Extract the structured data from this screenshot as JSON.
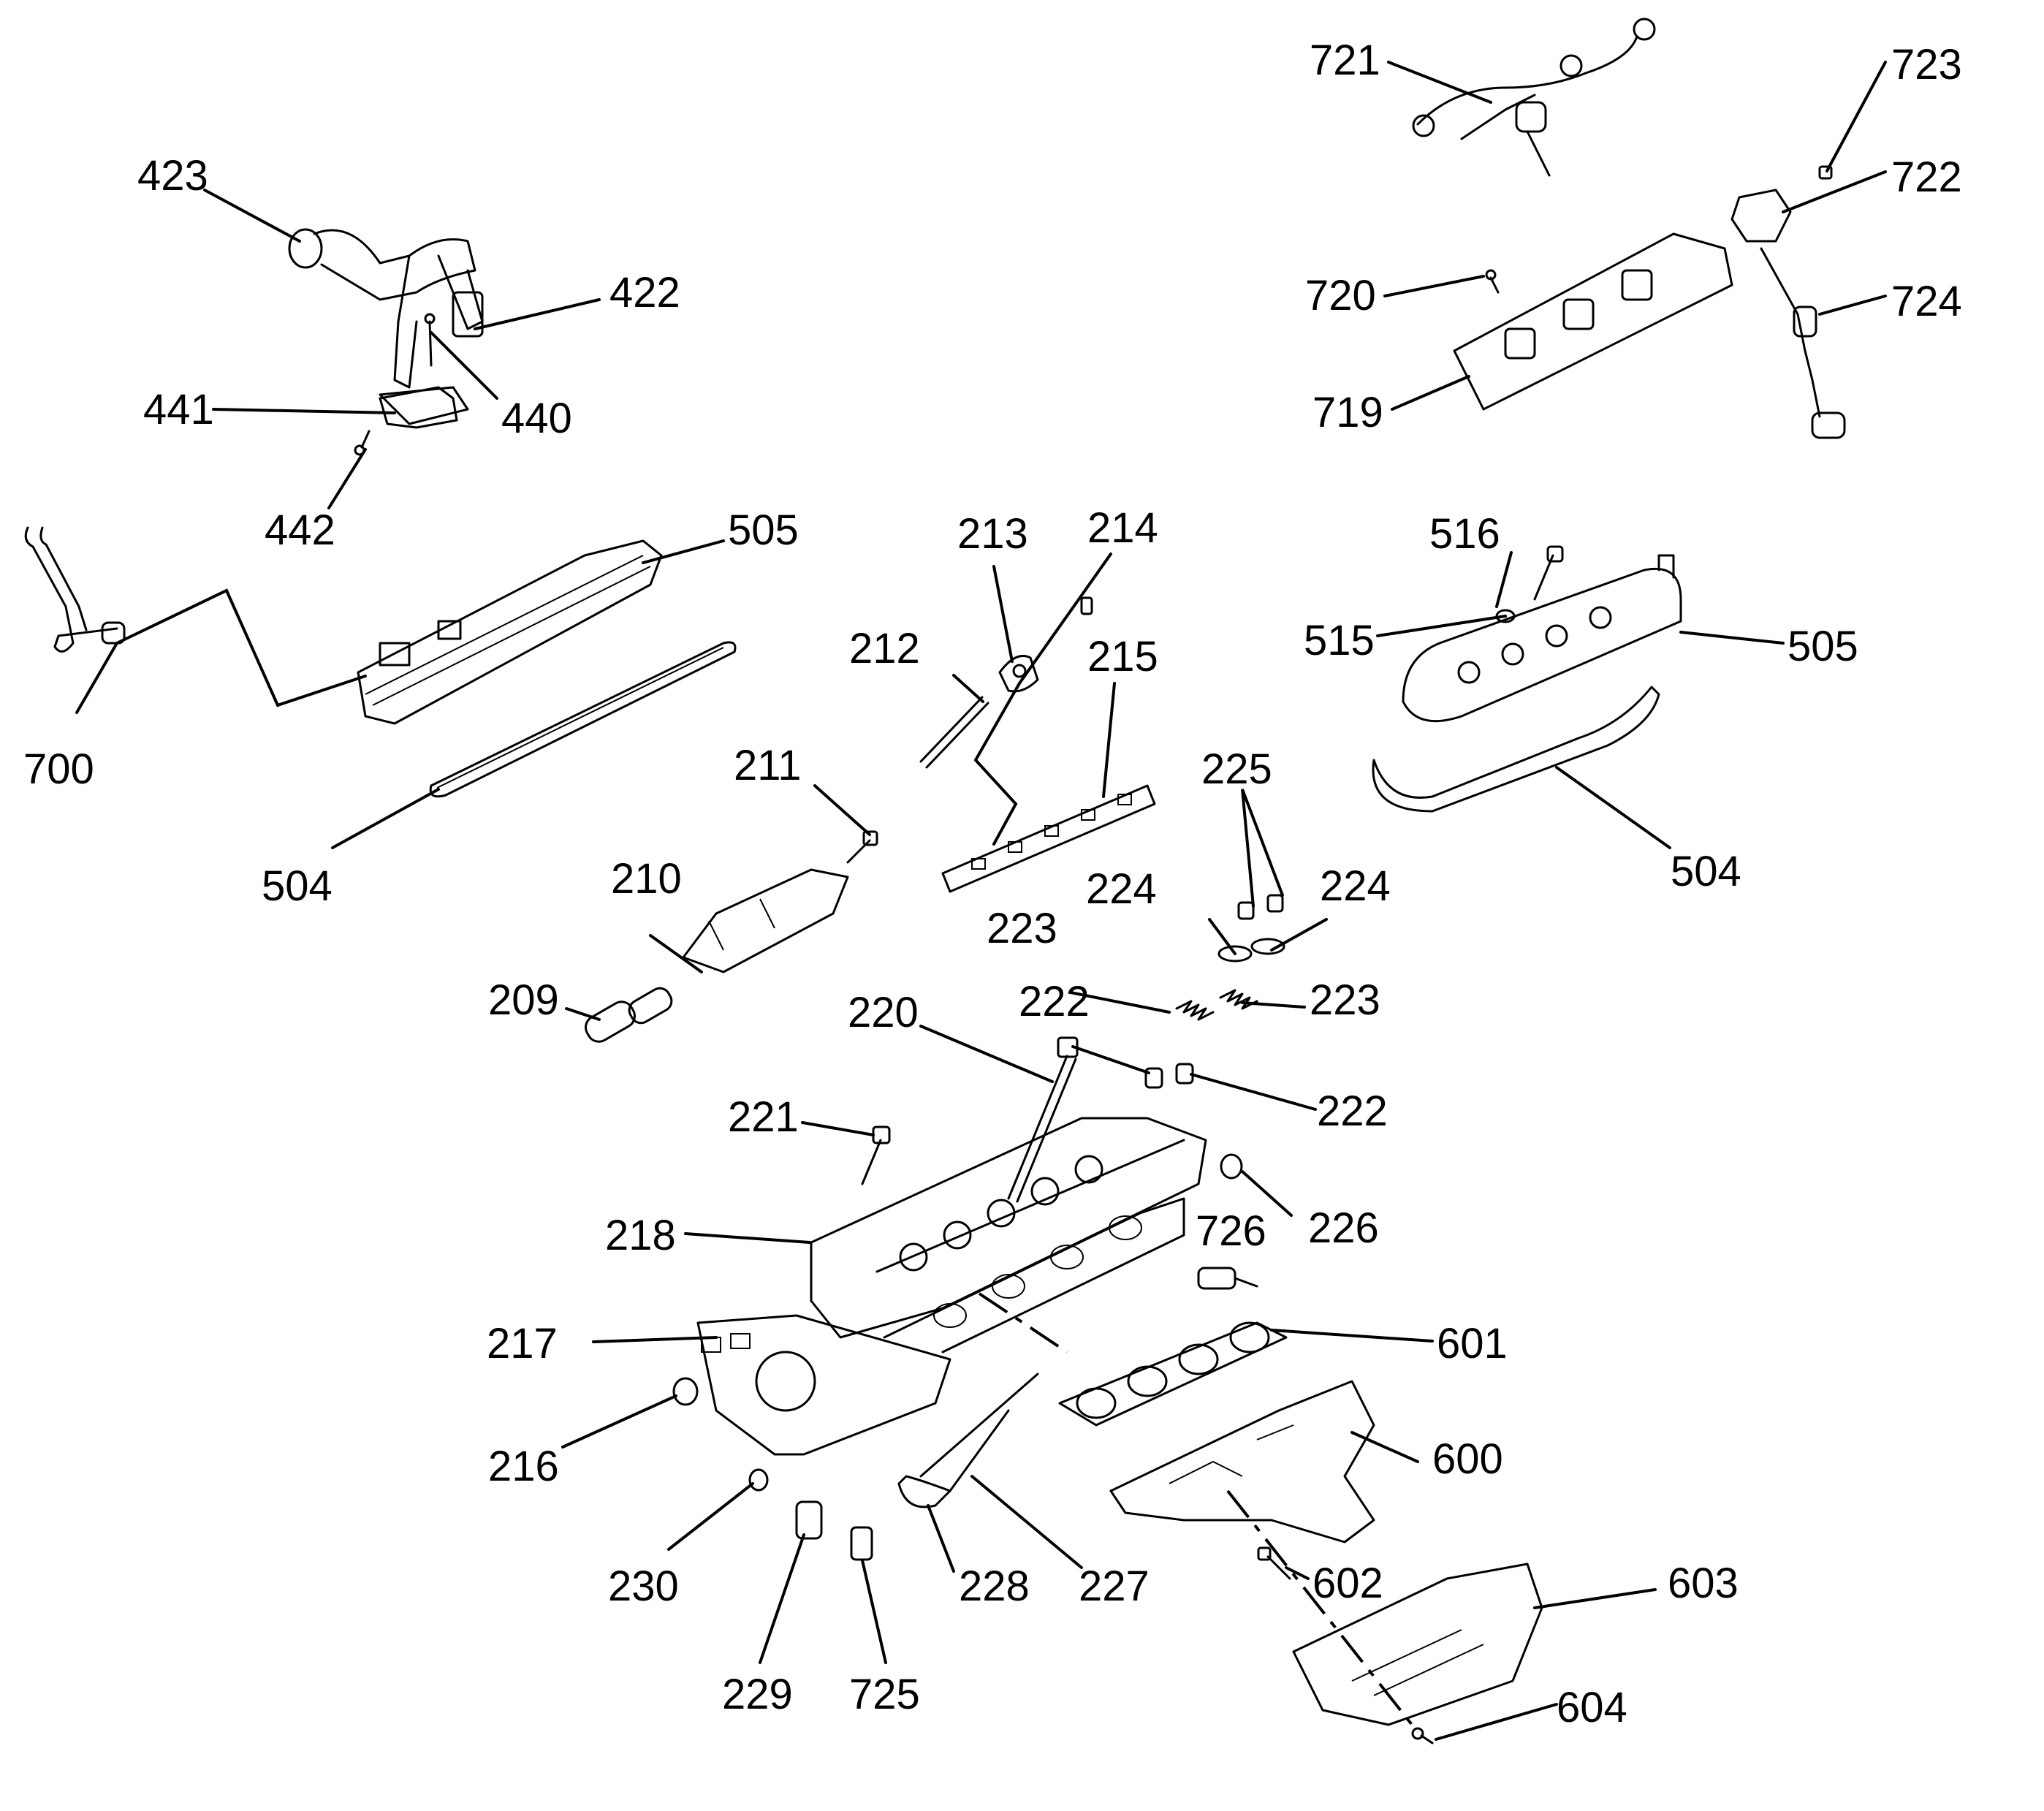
{
  "callouts": {
    "c209": "209",
    "c210": "210",
    "c211": "211",
    "c212": "212",
    "c213": "213",
    "c214": "214",
    "c215": "215",
    "c216": "216",
    "c217": "217",
    "c218": "218",
    "c220": "220",
    "c221": "221",
    "c222a": "222",
    "c222b": "222",
    "c223a": "223",
    "c223b": "223",
    "c224a": "224",
    "c224b": "224",
    "c225": "225",
    "c226": "226",
    "c227": "227",
    "c228": "228",
    "c229": "229",
    "c230": "230",
    "c422": "422",
    "c423": "423",
    "c440": "440",
    "c441": "441",
    "c442": "442",
    "c504a": "504",
    "c504b": "504",
    "c505a": "505",
    "c505b": "505",
    "c515": "515",
    "c516": "516",
    "c600": "600",
    "c601": "601",
    "c602": "602",
    "c603": "603",
    "c604": "604",
    "c700": "700",
    "c719": "719",
    "c720": "720",
    "c721": "721",
    "c722": "722",
    "c723": "723",
    "c724": "724",
    "c725": "725",
    "c726": "726"
  }
}
